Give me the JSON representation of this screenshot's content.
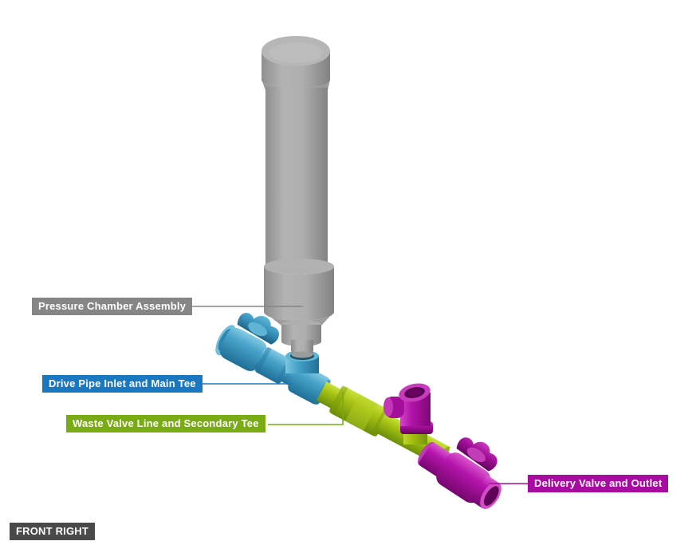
{
  "callouts": {
    "pressure_chamber": "Pressure Chamber Assembly",
    "drive_pipe": "Drive Pipe Inlet and Main Tee",
    "waste_valve": "Waste Valve Line and Secondary Tee",
    "delivery_valve": "Delivery Valve and Outlet"
  },
  "view_badge": "FRONT RIGHT",
  "colors": {
    "background": "#ffffff",
    "gray-badge": "#868686",
    "blue-badge": "#1a78c0",
    "green-badge": "#79ab13",
    "magenta-badge": "#a80ba0",
    "dark-badge": "#4a4a4a",
    "part-gray": "#a8a8a8",
    "part-blue": "#47a3ca",
    "part-green": "#a9c414",
    "part-magenta": "#b515ac"
  }
}
